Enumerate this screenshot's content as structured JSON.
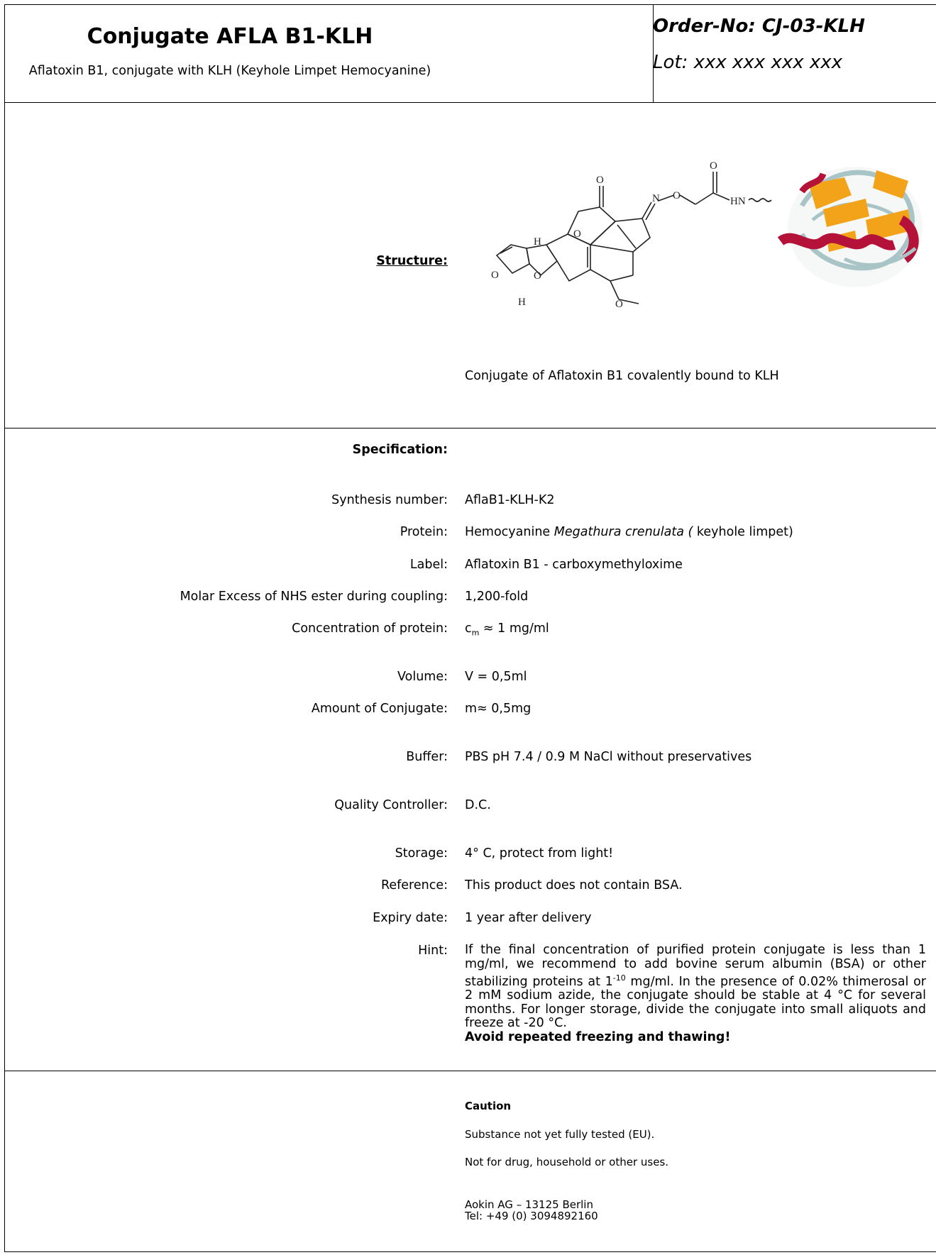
{
  "header": {
    "title": "Conjugate AFLA B1-KLH",
    "subtitle": "Aflatoxin B1, conjugate with KLH (Keyhole Limpet Hemocyanine)",
    "order_no": "Order-No: CJ-03-KLH",
    "lot": "Lot: xxx xxx xxx xxx"
  },
  "structure": {
    "label": "Structure:",
    "caption": "Conjugate of Aflatoxin B1 covalently bound to KLH",
    "atoms": {
      "o": "O",
      "n": "N",
      "h": "H",
      "hn": "HN"
    }
  },
  "specification": {
    "heading": "Specification:",
    "rows": [
      {
        "label": "Synthesis number:",
        "value": "AflaB1-KLH-K2"
      },
      {
        "label": "Protein:",
        "value_prefix": "Hemocyanine ",
        "value_italic": "Megathura crenulata (",
        "value_suffix": " keyhole limpet)"
      },
      {
        "label": "Label:",
        "value": "Aflatoxin B1 - carboxymethyloxime"
      },
      {
        "label": "Molar Excess of NHS ester during coupling:",
        "value": "1,200-fold"
      },
      {
        "label": "Concentration of protein:",
        "value_sym": "c",
        "value_sub": "m",
        "value_rest": " ≈ 1 mg/ml"
      },
      {
        "label": "Volume:",
        "value": "V = 0,5ml"
      },
      {
        "label": "Amount of Conjugate:",
        "value": "m≈ 0,5mg"
      },
      {
        "label": "Buffer:",
        "value": "PBS pH 7.4 / 0.9 M NaCl without preservatives"
      },
      {
        "label": "Quality Controller:",
        "value": "D.C."
      },
      {
        "label": "Storage:",
        "value": "4° C, protect from light!"
      },
      {
        "label": "Reference:",
        "value": "This product does not contain BSA."
      },
      {
        "label": "Expiry date:",
        "value": "1 year after delivery"
      },
      {
        "label": "Hint:"
      }
    ],
    "hint": {
      "part1": "If the final concentration of purified protein conjugate is less than 1 mg/ml, we recommend to add bovine serum albumin (BSA) or other stabilizing proteins at 1",
      "sup": "-10",
      "part2": " mg/ml. In the presence of 0.02% thimerosal or 2 mM sodium azide, the conjugate should be stable at 4 °C for several months. For longer storage, divide the conjugate into small aliquots and freeze at -20 °C.",
      "bold": "Avoid repeated freezing and thawing!"
    }
  },
  "caution": {
    "title": "Caution",
    "line1": "Substance not yet fully tested (EU).",
    "line2": "Not for drug, household or other uses.",
    "address": "Aokin AG – 13125 Berlin",
    "phone": "Tel: +49 (0) 3094892160"
  },
  "colors": {
    "helix": "#b5123a",
    "sheet": "#f3a319",
    "coil": "#a9c4c6"
  }
}
